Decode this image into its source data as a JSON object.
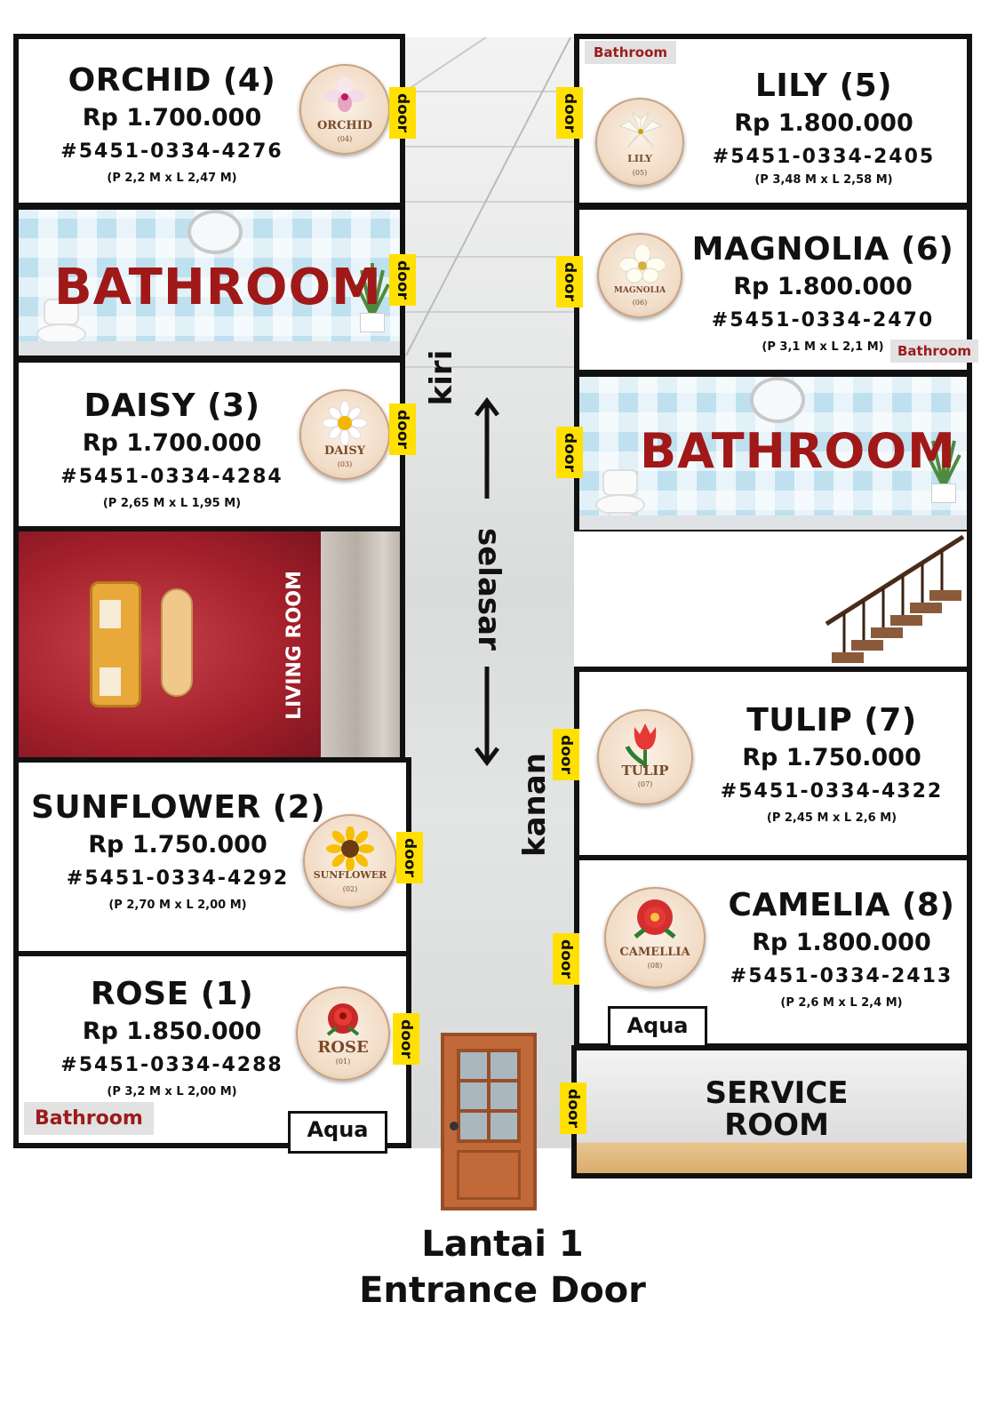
{
  "rooms": {
    "orchid": {
      "name": "ORCHID (4)",
      "price": "Rp 1.700.000",
      "account": "#5451-0334-4276",
      "size": "(P 2,2 M x L 2,47 M)",
      "badge_name": "ORCHID",
      "badge_num": "(04)"
    },
    "lily": {
      "name": "LILY (5)",
      "price": "Rp 1.800.000",
      "account": "#5451-0334-2405",
      "size": "(P 3,48 M x L 2,58 M)",
      "badge_name": "LILY",
      "badge_num": "(05)"
    },
    "magnolia": {
      "name": "MAGNOLIA (6)",
      "price": "Rp 1.800.000",
      "account": "#5451-0334-2470",
      "size": "(P 3,1 M x L 2,1 M)",
      "badge_name": "MAGNOLIA",
      "badge_num": "(06)"
    },
    "daisy": {
      "name": "DAISY (3)",
      "price": "Rp 1.700.000",
      "account": "#5451-0334-4284",
      "size": "(P 2,65 M x L 1,95 M)",
      "badge_name": "DAISY",
      "badge_num": "(03)"
    },
    "sunflower": {
      "name": "SUNFLOWER (2)",
      "price": "Rp 1.750.000",
      "account": "#5451-0334-4292",
      "size": "(P 2,70 M x L 2,00 M)",
      "badge_name": "SUNFLOWER",
      "badge_num": "(02)"
    },
    "rose": {
      "name": "ROSE (1)",
      "price": "Rp 1.850.000",
      "account": "#5451-0334-4288",
      "size": "(P 3,2 M x L 2,00 M)",
      "badge_name": "ROSE",
      "badge_num": "(01)"
    },
    "tulip": {
      "name": "TULIP (7)",
      "price": "Rp 1.750.000",
      "account": "#5451-0334-4322",
      "size": "(P 2,45 M x L 2,6 M)",
      "badge_name": "TULIP",
      "badge_num": "(07)"
    },
    "camelia": {
      "name": "CAMELIA (8)",
      "price": "Rp 1.800.000",
      "account": "#5451-0334-2413",
      "size": "(P 2,6 M x L 2,4 M)",
      "badge_name": "CAMELLIA",
      "badge_num": "(08)"
    }
  },
  "labels": {
    "bathroom_big": "BATHROOM",
    "bathroom_tag": "Bathroom",
    "door": "door",
    "aqua": "Aqua",
    "living_room": "LIVING ROOM",
    "service_room_1": "SERVICE",
    "service_room_2": "ROOM",
    "corridor": "selasar",
    "left": "kiri",
    "right": "kanan",
    "floor": "Lantai 1",
    "entrance": "Entrance Door"
  },
  "colors": {
    "door_tag": "#ffe000",
    "bathroom_text": "#a01818",
    "living_room_wall": "#b52a35",
    "wall": "#111111"
  }
}
